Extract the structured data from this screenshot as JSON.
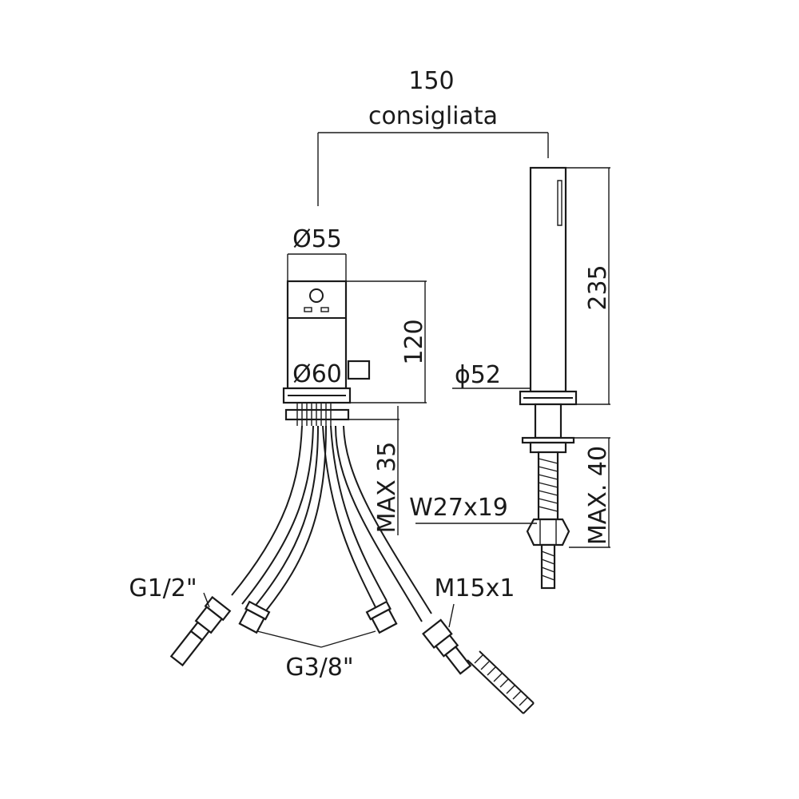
{
  "dimensions": {
    "spacing_value": "150",
    "spacing_note": "consigliata",
    "mixer_top_diameter": "Ø55",
    "mixer_base_diameter": "Ø60",
    "mixer_height": "120",
    "mixer_deck_thickness": "MAX 35",
    "handshower_height": "235",
    "handshower_diameter": "ϕ52",
    "handshower_deck_thickness": "MAX. 40",
    "handshower_hose_nut": "W27x19",
    "hot_cold_inlet": "G1/2\"",
    "supply_connection": "G3/8\"",
    "handshower_hose_thread": "M15x1"
  },
  "colors": {
    "line": "#1a1a1a",
    "background": "#ffffff"
  }
}
